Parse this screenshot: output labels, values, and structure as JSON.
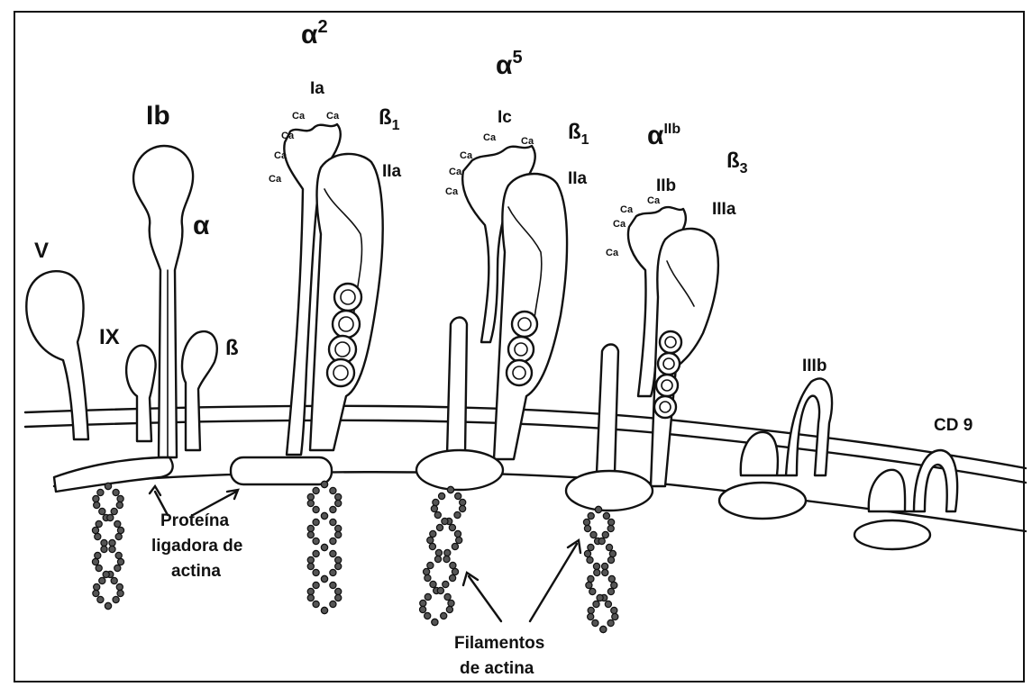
{
  "diagram": {
    "gp_ib_complex": {
      "ib": "Ib",
      "alpha": "α",
      "v": "V",
      "ix": "IX",
      "beta": "ß"
    },
    "integrin_alpha2_beta1": {
      "alpha": "α",
      "alpha_sup": "2",
      "ia": "Ia",
      "beta": "ß",
      "beta_sub": "1",
      "iia": "IIa"
    },
    "integrin_alpha5_beta1": {
      "alpha": "α",
      "alpha_sup": "5",
      "ic": "Ic",
      "beta": "ß",
      "beta_sub": "1",
      "iia": "IIa"
    },
    "integrin_alphaIIb_beta3": {
      "alpha": "α",
      "alpha_sup": "IIb",
      "iib": "IIb",
      "beta": "ß",
      "beta_sub": "3",
      "iiia": "IIIa"
    },
    "ca_label": "Ca",
    "iiib": "IIIb",
    "cd9": "CD 9",
    "captions": {
      "binding_protein": [
        "Proteína",
        "ligadora de",
        "actina"
      ],
      "filaments": [
        "Filamentos",
        "de actina"
      ]
    }
  }
}
